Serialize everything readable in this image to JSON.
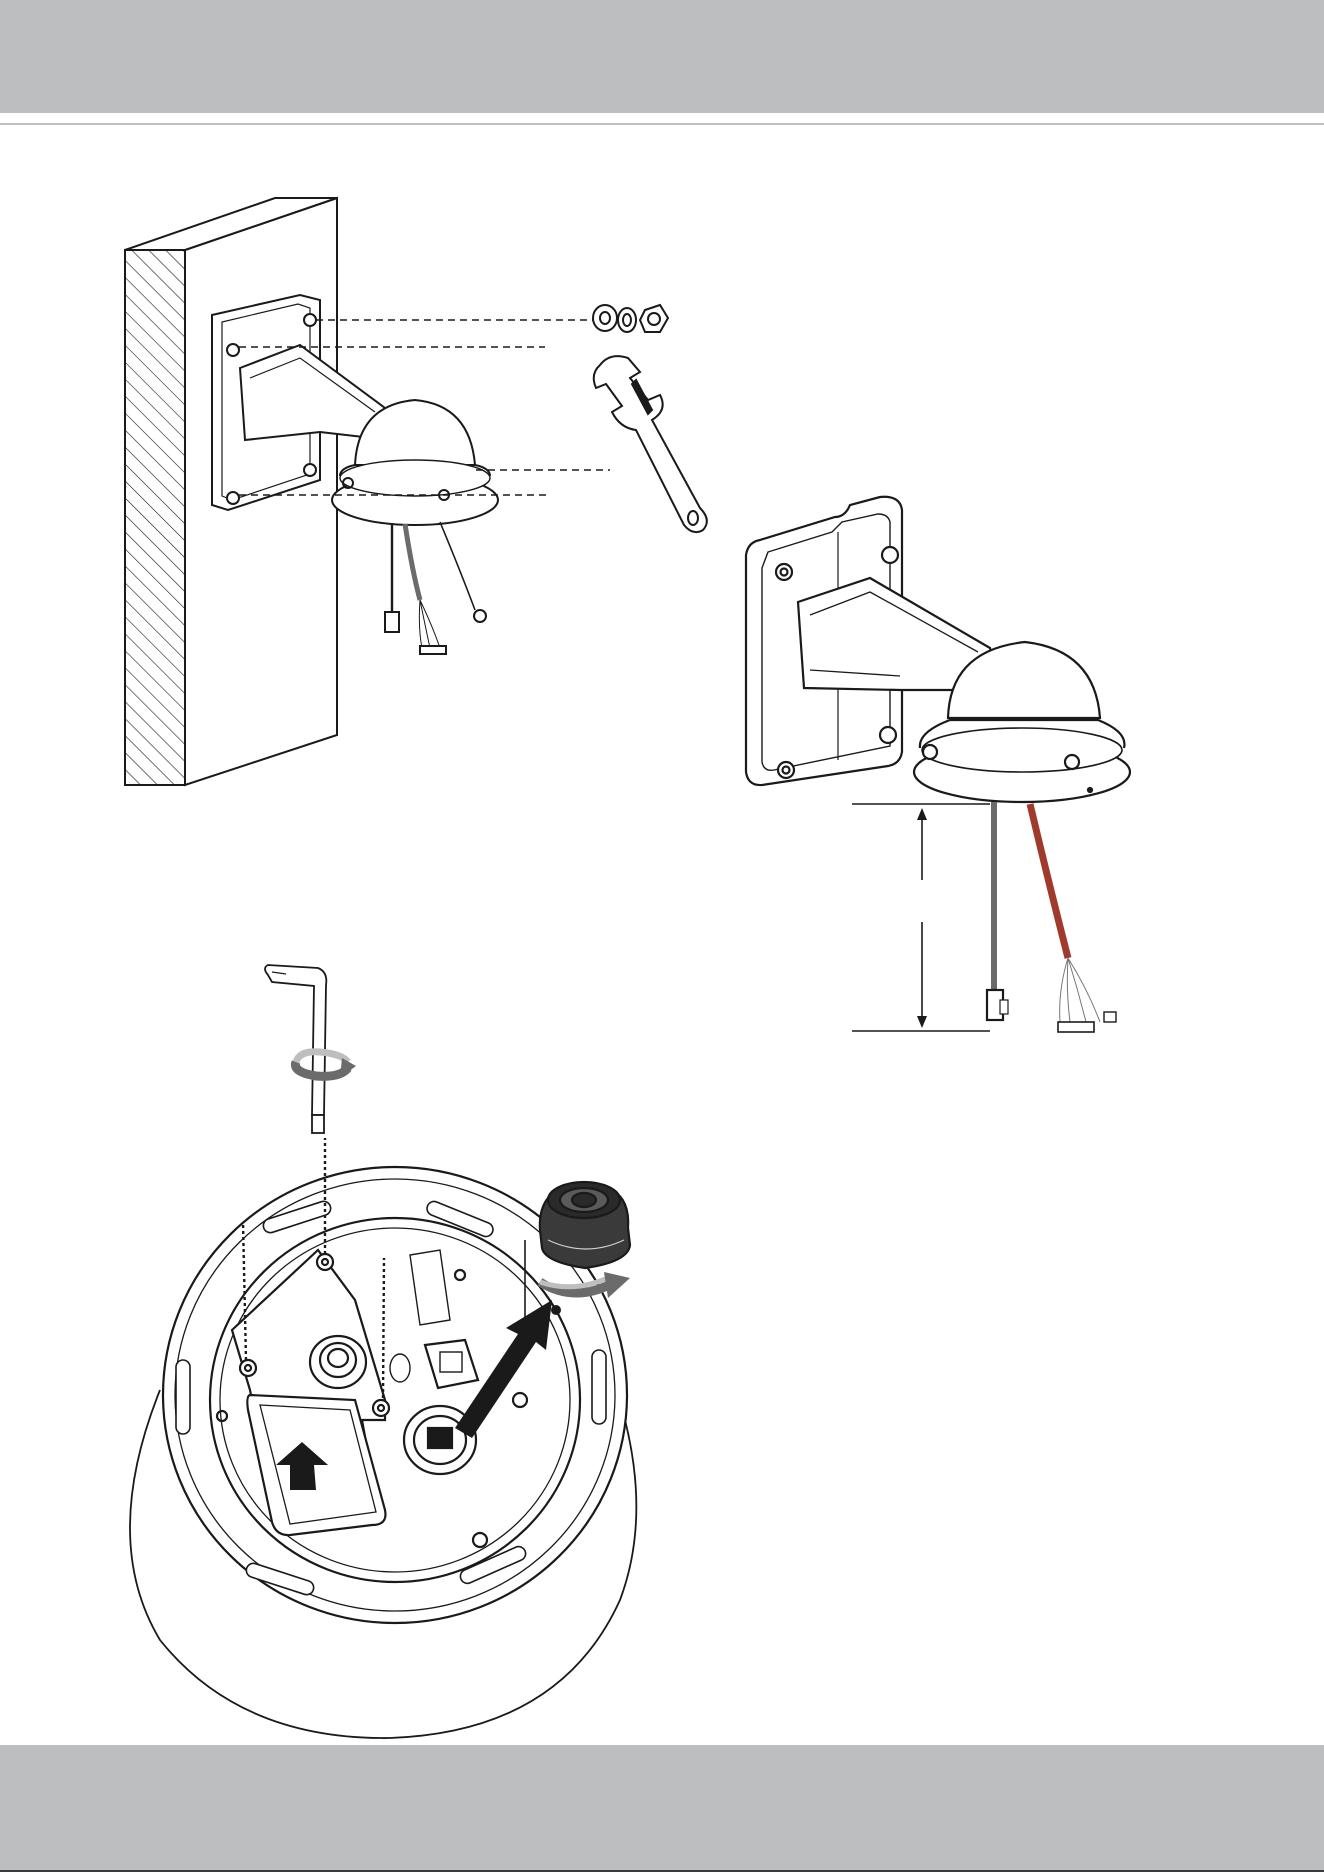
{
  "colors": {
    "band": "#bdbebf",
    "rule": "#bdbebf",
    "ink": "#1a1a1a",
    "shade": "#e6e6e6",
    "cable_red": "#a03a2c"
  },
  "figures": [
    {
      "name": "wall-mount-assembly"
    },
    {
      "name": "mounted-bracket-cable-length"
    },
    {
      "name": "camera-base-screw-removal"
    }
  ]
}
